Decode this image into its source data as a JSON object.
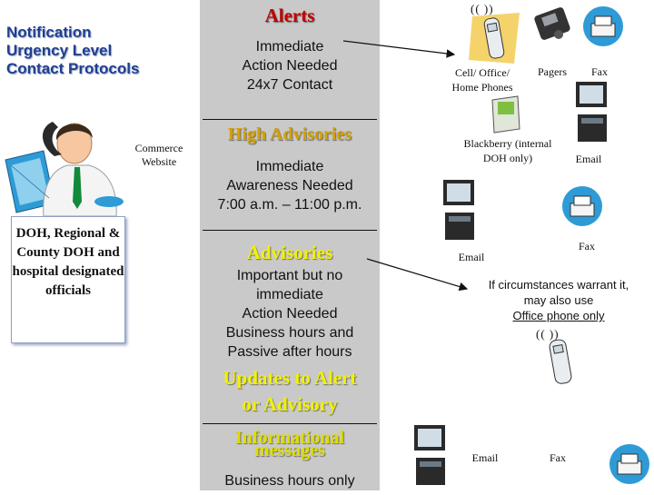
{
  "title": {
    "line1": "Notification",
    "line2": "Urgency Level",
    "line3": "Contact Protocols"
  },
  "source": {
    "commerce_line1": "Commerce",
    "commerce_line2": "Website",
    "officials": "DOH, Regional & County DOH and hospital designated officials"
  },
  "levels": {
    "alerts": {
      "heading": "Alerts",
      "line1": "Immediate",
      "line2": "Action Needed",
      "line3": "24x7 Contact"
    },
    "high_advisories": {
      "heading": "High Advisories",
      "line1": "Immediate",
      "line2": "Awareness Needed",
      "line3": "7:00 a.m. – 11:00 p.m."
    },
    "advisories": {
      "heading": "Advisories",
      "line1": "Important but no",
      "line2": "immediate",
      "line3": "Action Needed",
      "line4": "Business hours and",
      "line5": "Passive after hours"
    },
    "updates": {
      "line1": "Updates to Alert",
      "line2": "or Advisory"
    },
    "informational": {
      "line1": "Informational",
      "line2": "messages",
      "line3": "Business hours only"
    }
  },
  "channels": {
    "alerts": {
      "phones_line1": "Cell/ Office/",
      "phones_line2": "Home Phones",
      "pagers": "Pagers",
      "fax": "Fax"
    },
    "high_advisories": {
      "blackberry_line1": "Blackberry (internal",
      "blackberry_line2": "DOH only)",
      "email": "Email"
    },
    "advisories": {
      "email": "Email",
      "fax": "Fax",
      "note_line1": "If circumstances warrant it,",
      "note_line2": "may also use",
      "note_line3": "Office phone only"
    },
    "informational": {
      "email": "Email",
      "fax": "Fax"
    }
  },
  "phone_waves": "((   ))",
  "colors": {
    "title": "#1f3f8f",
    "alerts": "#c00000",
    "high_advisories": "#d4a000",
    "advisories": "#f2f200",
    "panel": "#c9c9c9",
    "device_accent": "#2e9bd6"
  },
  "icons": [
    "person-on-phone-icon",
    "cell-phone-icon",
    "pager-icon",
    "fax-icon",
    "computer-icon",
    "blackberry-icon"
  ]
}
